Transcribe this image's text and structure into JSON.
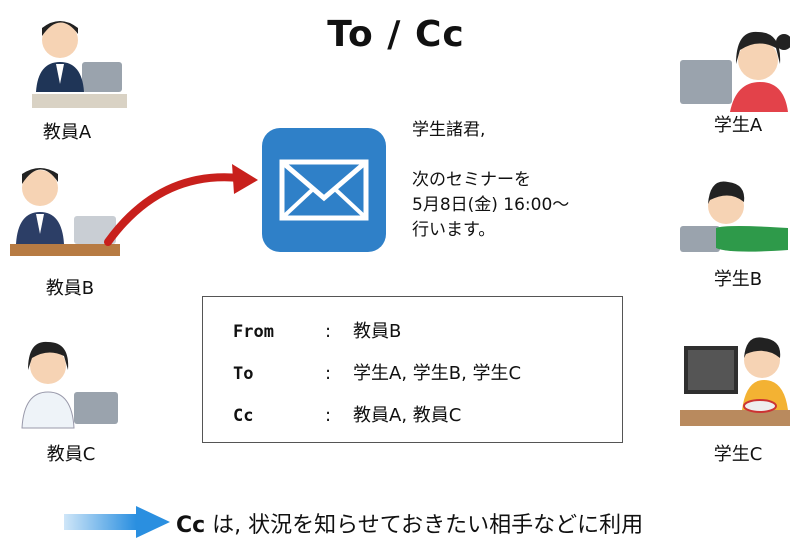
{
  "title": "To / Cc",
  "people": {
    "teacher_a": "教員A",
    "teacher_b": "教員B",
    "teacher_c": "教員C",
    "student_a": "学生A",
    "student_b": "学生B",
    "student_c": "学生C"
  },
  "message": {
    "line1": "学生諸君,",
    "line2": "",
    "line3": "次のセミナーを",
    "line4": "5月8日(金) 16:00〜",
    "line5": "行います。"
  },
  "headers": [
    {
      "key": "From",
      "sep": ":",
      "value": "教員B"
    },
    {
      "key": "To",
      "sep": ":",
      "value": "学生A, 学生B, 学生C"
    },
    {
      "key": "Cc",
      "sep": ":",
      "value": "教員A, 教員C"
    }
  ],
  "note": {
    "term": "Cc",
    "text": " は, 状況を知らせておきたい相手などに利用"
  },
  "colors": {
    "envelope": "#2f80c8",
    "arrow_red": "#c8201c",
    "note_arrow": "#2a8fe0"
  }
}
